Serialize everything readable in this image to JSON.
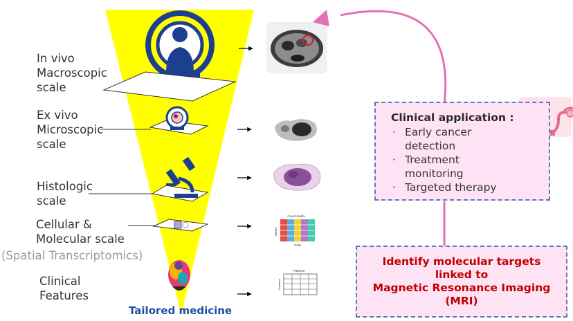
{
  "scales": {
    "invivo": [
      "In vivo",
      "Macroscopic",
      "scale"
    ],
    "exvivo": [
      "Ex vivo",
      "Microscopic",
      "scale"
    ],
    "histologic": [
      "Histologic",
      "scale"
    ],
    "cellular": [
      "Cellular &",
      "Molecular scale"
    ],
    "spatial": "(Spatial Transcriptomics)",
    "clinical": [
      "Clinical",
      "Features"
    ]
  },
  "tailored": "Tailored medicine",
  "application": {
    "title": "Clinical application :",
    "items": [
      [
        "Early cancer",
        "detection"
      ],
      [
        "Treatment",
        "monitoring"
      ],
      [
        "Targeted therapy"
      ]
    ]
  },
  "mri_box": [
    "Identify molecular targets",
    "linked to",
    "Magnetic Resonance Imaging",
    "(MRI)"
  ],
  "count_matrix": {
    "title": "Count matrix",
    "xlabel": "Cells",
    "ylabel": "Genes"
  },
  "patients_table": {
    "title": "Patients",
    "ylabel": "Features"
  },
  "colors": {
    "funnel": "#ffff00",
    "accent_blue": "#1f4fa3",
    "accent_red": "#c00000",
    "box_fill": "#fde3f4",
    "arrow_pink": "#e36fb4"
  }
}
